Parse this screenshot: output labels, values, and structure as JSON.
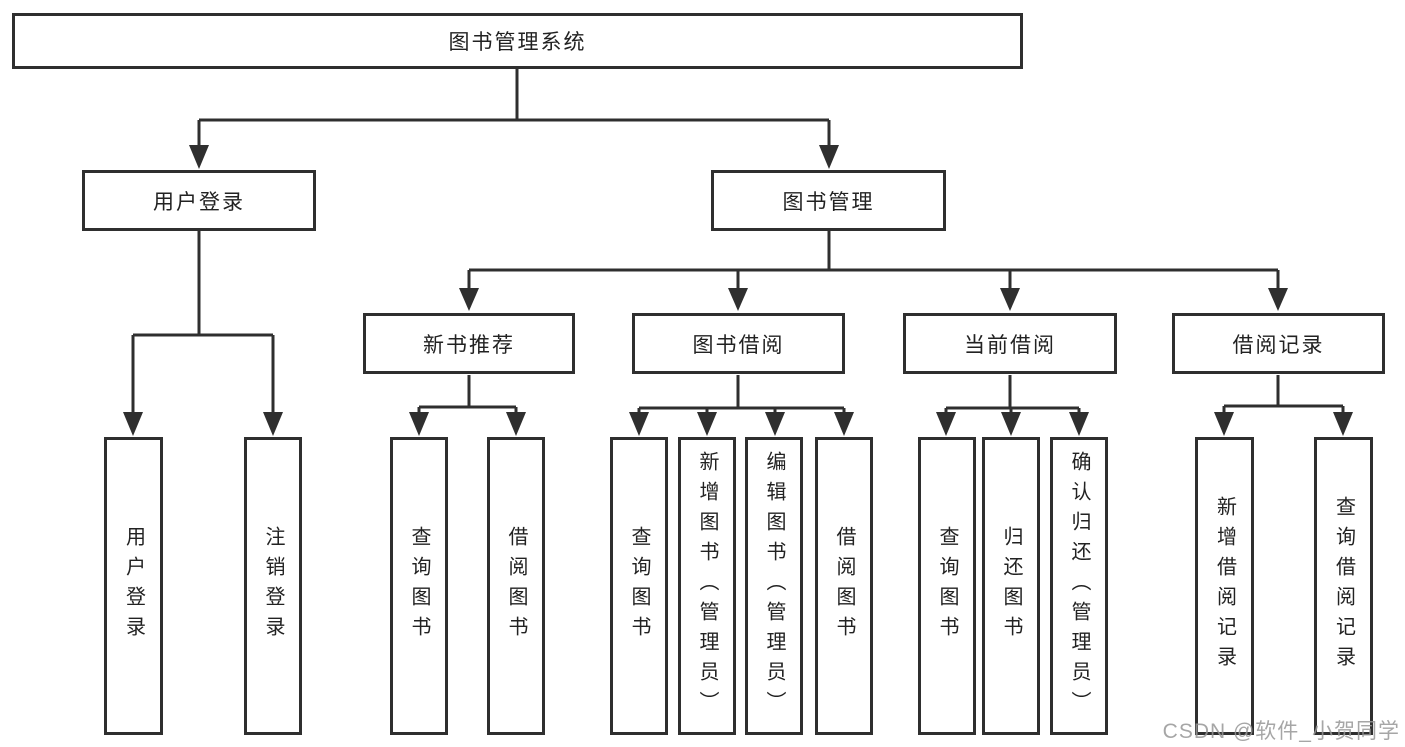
{
  "title": {
    "label": "图书管理系统"
  },
  "modules": [
    {
      "label": "用户登录"
    },
    {
      "label": "图书管理"
    }
  ],
  "submodules": [
    {
      "label": "新书推荐"
    },
    {
      "label": "图书借阅"
    },
    {
      "label": "当前借阅"
    },
    {
      "label": "借阅记录"
    }
  ],
  "functions": [
    {
      "label": "用户登录"
    },
    {
      "label": "注销登录"
    },
    {
      "label": "查询图书"
    },
    {
      "label": "借阅图书"
    },
    {
      "label": "查询图书"
    },
    {
      "label": "新增图书（管理员）"
    },
    {
      "label": "编辑图书（管理员）"
    },
    {
      "label": "借阅图书"
    },
    {
      "label": "查询图书"
    },
    {
      "label": "归还图书"
    },
    {
      "label": "确认归还（管理员）"
    },
    {
      "label": "新增借阅记录"
    },
    {
      "label": "查询借阅记录"
    }
  ],
  "watermark": {
    "text": "CSDN @软件_小贺同学"
  },
  "colors": {
    "line": "#2f2f2f",
    "border": "#2f2f2f",
    "text": "#222222",
    "watermark": "#969696",
    "background": "#ffffff"
  }
}
